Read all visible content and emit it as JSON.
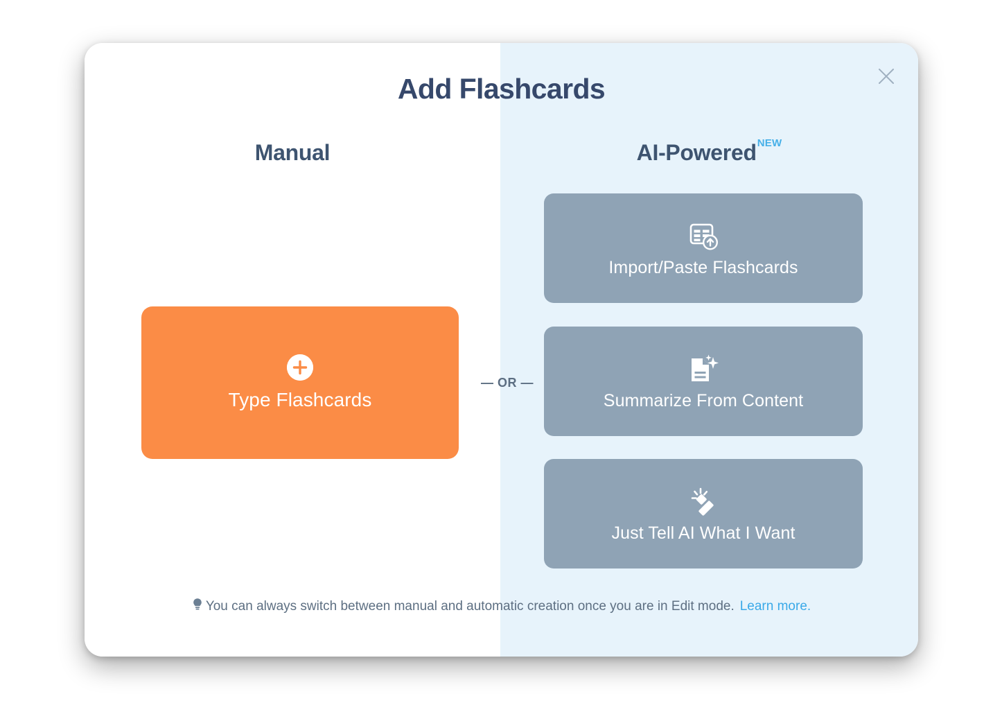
{
  "modal": {
    "title": "Add Flashcards",
    "close_icon": "close-icon",
    "columns": {
      "manual": {
        "header": "Manual",
        "button": {
          "label": "Type Flashcards",
          "icon": "plus-circle-icon",
          "color": "#fb8c46",
          "text_color": "#ffffff"
        }
      },
      "ai": {
        "header": "AI-Powered",
        "badge": "NEW",
        "badge_color": "#47b0e8",
        "cards": [
          {
            "label": "Import/Paste Flashcards",
            "icon": "table-upload-icon"
          },
          {
            "label": "Summarize From Content",
            "icon": "document-sparkle-icon"
          },
          {
            "label": "Just Tell AI What I Want",
            "icon": "magic-wand-icon"
          }
        ],
        "card_color": "#8fa3b5",
        "panel_color": "#e7f3fb"
      }
    },
    "divider_label": "— OR —",
    "footer": {
      "icon": "lightbulb-icon",
      "text": "You can always switch between manual and automatic creation once you are in Edit mode.",
      "link_label": "Learn more.",
      "link_color": "#3aa9e8"
    },
    "title_color": "#36486b",
    "header_color": "#3e5470"
  }
}
